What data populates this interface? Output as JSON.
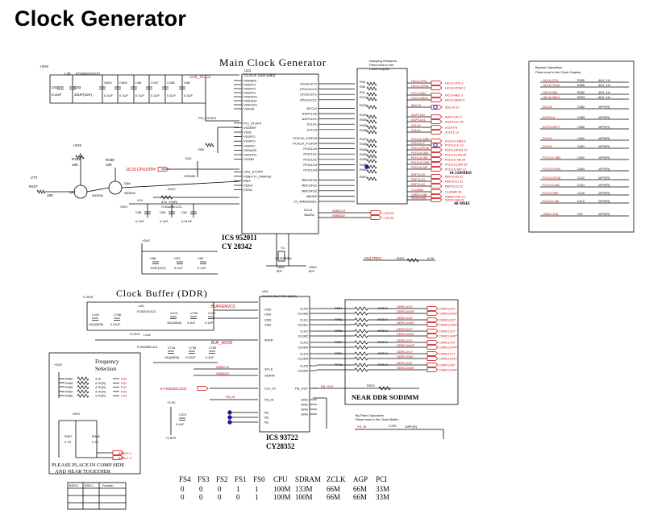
{
  "page_title": "Clock Generator",
  "main_section": {
    "title": "Main Clock Generator",
    "chip_ref": "U21",
    "chip_name": "CLOCK GEN.(680)",
    "part_line1": "ICS 952011",
    "part_line2": "CY 28342",
    "power_net": "+3VS",
    "inductor_ref": "L30",
    "inductor_part": "FCM2012V121",
    "cap_ref": "C61",
    "cap_val": "0.1UF",
    "bulk_cap_val": "10UF(10V)",
    "decoupling_caps": [
      {
        "ref": "C604",
        "val": "0.1UF"
      },
      {
        "ref": "C605",
        "val": "0.1UF"
      },
      {
        "ref": "C66",
        "val": "0.1UF"
      },
      {
        "ref": "C187",
        "val": "0.1UF"
      },
      {
        "ref": "C188",
        "val": "0.1UF"
      },
      {
        "ref": "C58",
        "val": "0.1UF"
      }
    ],
    "left_pins": [
      "VDDREF",
      "VDDPCI",
      "VDDPCI",
      "VDDPCI",
      "VDDCPU",
      "VDDAGP",
      "VDDCPU",
      "VDD3S",
      "PCI_STOP#",
      "VSSREF",
      "VSS2",
      "VSSPCI",
      "VSSPCI",
      "VSSPCI",
      "VSSAGP",
      "VSSCPU",
      "VSS3D",
      "CPU_STOP#",
      "PDBY/TT_PWRGD",
      "IREF",
      "VDDA",
      "VSSA"
    ],
    "right_pins": [
      "CPUCLKT2",
      "CPUCLKC2",
      "CPUCLKT1",
      "CPUCLKC1",
      "3DCLK",
      "AGPCLK0",
      "AGPCLK1",
      "ZCLK1",
      "ZCLK0",
      "PCICLK_F0/FS3",
      "PCICLK_F1/FS4",
      "PCICLK0",
      "PCICLK1",
      "PCICLK2",
      "PCICLK3",
      "PCICLK4",
      "REF0/FS0",
      "REF1/FS1",
      "REF2/FS2",
      "48MHZ",
      "24_48MHZ/SEL"
    ],
    "clk_vcc": "CLK_VCC3",
    "cpustp": "10,23 CPUSTP#",
    "transistor1": "Q67",
    "transistor1_part": "2N3904",
    "transistor2": "Q68",
    "transistor2_part": "2N3904",
    "r101": "R101",
    "r101_val": "10K",
    "r436": "R436",
    "r437": "R437",
    "r437_val": "10K",
    "vtt": "VTT",
    "diode": "D16",
    "diode_part": "1SS355",
    "crystal": "Y4",
    "crystal_freq": "14.318MHz",
    "xtal_caps": [
      {
        "ref": "C604",
        "val": "5PF"
      },
      {
        "ref": "C530",
        "val": "5PF"
      }
    ],
    "sclk": "SCLK",
    "sdata": "SDATA",
    "smbclk": "SMBCLK",
    "smbdat": "SMBDAT",
    "smb_pages": "7,25,29",
    "net_14m": "14.318MHZ",
    "net_48m": "48 MHZ",
    "damp_title": "Damping Resistors",
    "damp_sub1": "Place near to the",
    "damp_sub2": "Clock Outputs",
    "resistor_refs": [
      "R44",
      "R45",
      "R41",
      "R414",
      "R415",
      "R434",
      "R406",
      "R405",
      "R446",
      "R447",
      "R448",
      "R449",
      "R450",
      "R455",
      "R458",
      "R459",
      "R457"
    ],
    "out_nets": [
      "HCLK-CPU",
      "HCLK-CPU#",
      "HCLK-NB1",
      "HCLK-NB1#",
      "3DCLK",
      "AGPCLK0",
      "AGPCLK1",
      "ZCLK0",
      "ZCLK1",
      "PCICLK-NB3",
      "PCICLK-F",
      "PCICLKPCM",
      "PCICLKLAN",
      "PCICLK-SB",
      "PCICLK1394",
      "PCICLK-MP",
      "REFCLK0",
      "REFCLK1",
      "REFCLK2",
      "CLK48M",
      "USBCLK48",
      "SIOCLK48"
    ],
    "out_pages": [
      "2",
      "3",
      "3",
      "3",
      "20",
      "2",
      "20",
      "6",
      "13",
      "6",
      "19",
      "23",
      "28",
      "24",
      "26",
      "12",
      "12",
      "11",
      "22",
      "26",
      "12",
      "22"
    ],
    "mulres": "MULTRES",
    "r410": "R410",
    "r410_val": "4.7K"
  },
  "bypass_box": {
    "title": "Bypass Capacitors",
    "sub": "Place near to the Clock Outputs",
    "rows": [
      {
        "net": "HCLK-CPU",
        "ref": "R395",
        "val": "49.9, 1%"
      },
      {
        "net": "HCLK-CPU#",
        "ref": "R396",
        "val": "49.9, 1%"
      },
      {
        "net": "HCLK-NB1",
        "ref": "R392",
        "val": "49.9, 1%"
      },
      {
        "net": "HCLK-NB1#",
        "ref": "R393",
        "val": "49.9, 1%"
      },
      {
        "net": "3DCLK",
        "ref": "C482",
        "val": "10PF(R)"
      },
      {
        "net": "AGPCLK",
        "ref": "C483",
        "val": "10PF(R)"
      },
      {
        "net": "AGPCLKNTI",
        "ref": "C606",
        "val": "10PF(R)"
      },
      {
        "net": "ZCLK0",
        "ref": "C600",
        "val": "10PF(R)"
      },
      {
        "net": "ZCLK1",
        "ref": "C601",
        "val": "10PF(R)"
      },
      {
        "net": "PCICLK-NB3",
        "ref": "C602",
        "val": "10PF(R)"
      },
      {
        "net": "PCICLK1394",
        "ref": "C603",
        "val": "10PF(R)"
      },
      {
        "net": "PCICLKPCM",
        "ref": "C122",
        "val": "10PF(R)"
      },
      {
        "net": "PCICLKLAN",
        "ref": "C121",
        "val": "10PF(R)"
      },
      {
        "net": "PCICLKMP",
        "ref": "C120",
        "val": "10PF(R)"
      },
      {
        "net": "PCICLK-SB",
        "ref": "C119",
        "val": "10PF(R)"
      },
      {
        "net": "USBCLK48",
        "ref": "C87",
        "val": "10PF(R)"
      }
    ]
  },
  "buffer_section": {
    "title": "Clock Buffer (DDR)",
    "chip_ref": "U24",
    "chip_name": "CLOCK BUFFER (DDR)",
    "part_line1": "ICS 93722",
    "part_line2": "CY28352",
    "power_net": "+2.5VS",
    "inductor_ref": "L51",
    "inductor_part": "FCM2012V121",
    "buffervcc": "BUFFERVCC",
    "buf_avdd": "BUF_AVDD",
    "caps": [
      {
        "ref": "C220",
        "val": "10U(0805)"
      },
      {
        "ref": "C766",
        "val": "0.01UF"
      },
      {
        "ref": "C215",
        "val": "10U(0805)"
      },
      {
        "ref": "C759",
        "val": "0.1UF"
      },
      {
        "ref": "C219",
        "val": "0.1UF"
      },
      {
        "ref": "C734",
        "val": "10U(0805)"
      },
      {
        "ref": "C736",
        "val": "0.01UF"
      },
      {
        "ref": "C760",
        "val": "0.1UF"
      },
      {
        "ref": "C374",
        "val": "0.1UF"
      }
    ],
    "l142": "L142",
    "l142_part": "FCM1608KL121",
    "left_pins": [
      "VDD",
      "VDD",
      "VDD",
      "VDD",
      "AVDD",
      "SCLK",
      "SDATA",
      "CLK_IN",
      "FB_IN",
      "NC",
      "NC",
      "NC"
    ],
    "right_pins": [
      "CLK0",
      "CLKB0",
      "CLK1",
      "CLKB1",
      "CLK2",
      "CLKB2",
      "CLK3",
      "CLKB3",
      "CLK4",
      "CLKB4",
      "CLK5",
      "CLKB5",
      "FB_OUT",
      "GND",
      "GND",
      "GND",
      "GND"
    ],
    "clk_in_net": "6 FWDSDCLKO",
    "fb_in": "FB_IN",
    "fb_out": "FB_OUT",
    "rp_refs": [
      "RP54",
      "RP55",
      "RP56",
      "RP51",
      "RP50",
      "RP48"
    ],
    "rp_val": "4P2R-0",
    "r323": "R323",
    "ddr_nets": [
      "DDRCLK37",
      "DDRCLK#37",
      "DDRCLK07",
      "DDRCLK#07",
      "DDRCLK27",
      "DDRCLK#27",
      "DDRCLK47",
      "DDRCLK#47",
      "DDRCLK17",
      "DDRCLK#17",
      "DDRCLK57",
      "DDRCLK#57"
    ],
    "near_sodimm": "NEAR DDR SODIMM",
    "bypass_note1": "By-Pass Capacitors",
    "bypass_note2": "Place near to the Clock Buffer",
    "fb_in_net": "FB_IN",
    "c709": "C709",
    "c709_val": "10PF(R)",
    "plus_2v5": "+2.5V",
    "plus_1v8": "+1.8VS"
  },
  "freq_box": {
    "title1": "Frequency",
    "title2": "Selection",
    "power": "+3VS",
    "resistors": [
      {
        "ref": "R460",
        "val": "4.7K",
        "net": "FS0"
      },
      {
        "ref": "R463",
        "val": "4.7K(R)",
        "net": "FS1"
      },
      {
        "ref": "R465",
        "val": "4.7K(R)",
        "net": "FS2"
      },
      {
        "ref": "R464",
        "val": "4.7K(R)",
        "net": "FS3"
      },
      {
        "ref": "R466",
        "val": "4.7K(R)",
        "net": "FS4"
      }
    ],
    "r347": "R347",
    "r347_val": "4.7K",
    "r348": "R348",
    "r348_val": "4.7K",
    "bsel0": "BSEL0 3",
    "bsel1": "BSEL1 3",
    "note1": "PLEASE PLACE IN COMP SIDE",
    "note2": "AND NEAR TOGETHER"
  },
  "bsel_table": {
    "headers": [
      "BSEL0",
      "BSEL1",
      "Function"
    ]
  },
  "fs_table": {
    "headers": [
      "FS4",
      "FS3",
      "FS2",
      "FS1",
      "FS0",
      "CPU",
      "SDRAM",
      "ZCLK",
      "AGP",
      "PCI"
    ],
    "rows": [
      [
        "0",
        "0",
        "0",
        "1",
        "1",
        "100M",
        "133M",
        "66M",
        "66M",
        "33M"
      ],
      [
        "0",
        "0",
        "0",
        "0",
        "1",
        "100M",
        "100M",
        "66M",
        "66M",
        "33M"
      ]
    ]
  },
  "colors": {
    "wire": "#000000",
    "net_red": "#cc0000",
    "accent_blue": "#1a1aa0"
  }
}
